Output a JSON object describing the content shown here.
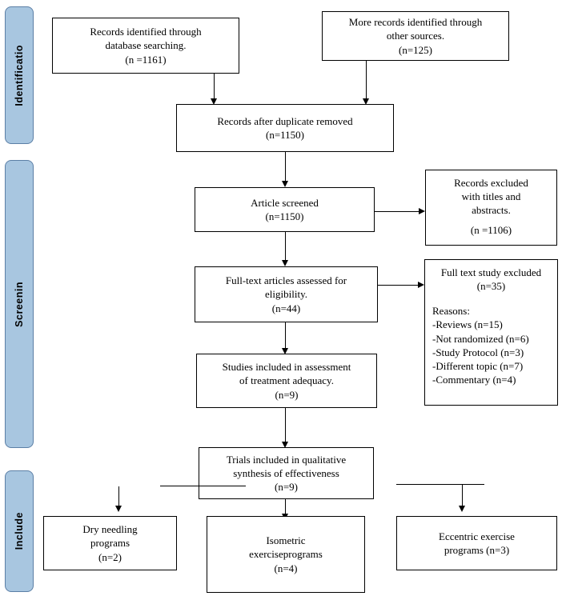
{
  "diagram": {
    "type": "prisma-flow-diagram",
    "bands": [
      {
        "name": "identification",
        "label": "Identificatio"
      },
      {
        "name": "screening",
        "label": "Screenin"
      },
      {
        "name": "included",
        "label": "Include"
      }
    ],
    "boxes": [
      {
        "name": "records-identified-database",
        "lines": [
          "Records identified through",
          "database searching.",
          "(n =1161)"
        ]
      },
      {
        "name": "records-identified-other",
        "lines": [
          "More records identified through",
          "other sources.",
          "(n=125)"
        ]
      },
      {
        "name": "records-after-duplicates",
        "lines": [
          "Records after duplicate removed",
          "(n=1150)"
        ]
      },
      {
        "name": "articles-screened",
        "lines": [
          "Article screened",
          "(n=1150)"
        ]
      },
      {
        "name": "records-excluded",
        "lines": [
          "Records excluded",
          "with titles and",
          "abstracts.",
          "",
          "(n =1106)"
        ]
      },
      {
        "name": "full-text-assessed",
        "lines": [
          "Full-text articles assessed for",
          "eligibility.",
          "(n=44)"
        ]
      },
      {
        "name": "full-text-excluded",
        "lines": [
          "Full text study excluded",
          "(n=35)",
          "",
          "Reasons:",
          "-Reviews (n=15)",
          "-Not randomized (n=6)",
          "-Study Protocol (n=3)",
          "-Different topic (n=7)",
          "-Commentary (n=4)"
        ]
      },
      {
        "name": "studies-included-assessment",
        "lines": [
          "Studies included in assessment",
          "of treatment adequacy.",
          "(n=9)"
        ]
      },
      {
        "name": "trials-included-qualitative",
        "lines": [
          "Trials included in qualitative",
          "synthesis of effectiveness",
          "(n=9)"
        ]
      },
      {
        "name": "dry-needling-programs",
        "lines": [
          "Dry needling",
          "programs",
          "(n=2)"
        ]
      },
      {
        "name": "isometric-exercise-programs",
        "lines": [
          "Isometric",
          "exerciseprograms",
          "(n=4)"
        ]
      },
      {
        "name": "eccentric-exercise-programs",
        "lines": [
          "Eccentric exercise",
          "programs (n=3)"
        ]
      }
    ],
    "colors": {
      "band_fill": "#a8c6e0",
      "band_border": "#5b7fa6",
      "box_border": "#000000",
      "background": "#ffffff"
    }
  }
}
